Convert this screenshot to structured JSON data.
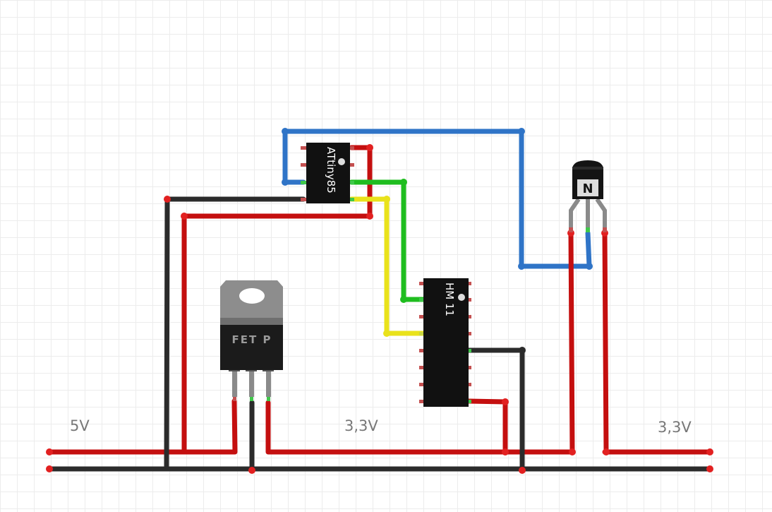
{
  "labels": {
    "rail_5v": "5V",
    "rail_3v3_left": "3,3V",
    "rail_3v3_right": "3,3V"
  },
  "components": {
    "microcontroller": "ATtiny85",
    "ble_module": "HM 11",
    "mosfet": "FET P",
    "transistor": "N"
  },
  "colors": {
    "power_wire": "#c40f0f",
    "ground_wire": "#2b2b2b",
    "signal_blue": "#2f74c7",
    "signal_green": "#1fbd1f",
    "signal_yellow": "#e9e21b"
  }
}
